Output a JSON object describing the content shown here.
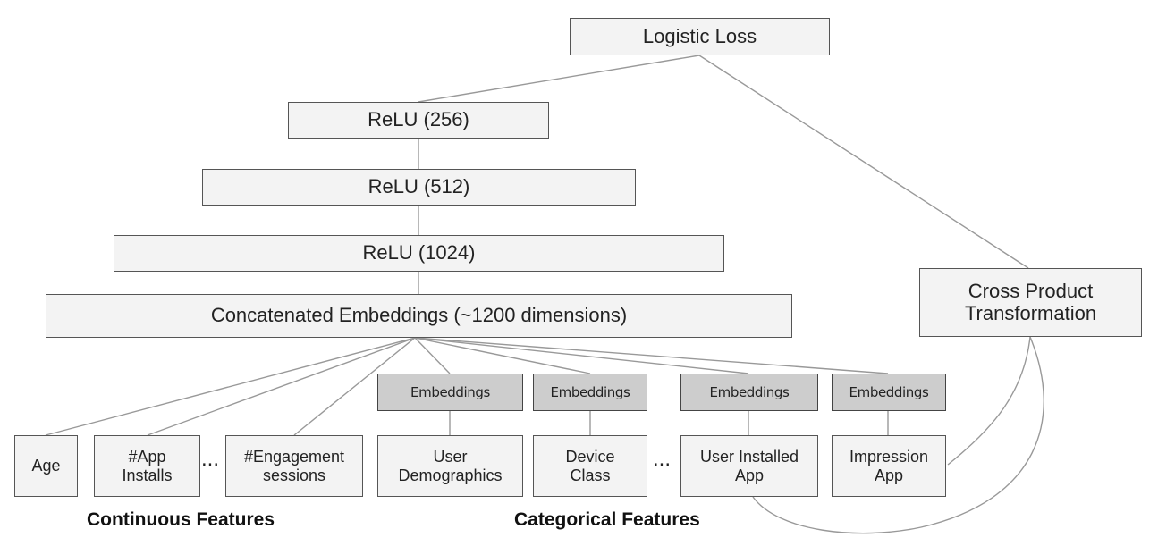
{
  "nodes": {
    "logistic_loss": "Logistic Loss",
    "relu_256": "ReLU (256)",
    "relu_512": "ReLU (512)",
    "relu_1024": "ReLU (1024)",
    "concat_embeddings": "Concatenated Embeddings (~1200 dimensions)",
    "cross_product": "Cross Product\nTransformation"
  },
  "continuous_features": {
    "label": "Continuous Features",
    "items": [
      "Age",
      "#App\nInstalls",
      "#Engagement\nsessions"
    ],
    "ellipsis": "..."
  },
  "categorical_features": {
    "label": "Categorical Features",
    "items": [
      "User\nDemographics",
      "Device\nClass",
      "User Installed\nApp",
      "Impression\nApp"
    ],
    "embedding_label": "Embeddings",
    "ellipsis": "..."
  }
}
